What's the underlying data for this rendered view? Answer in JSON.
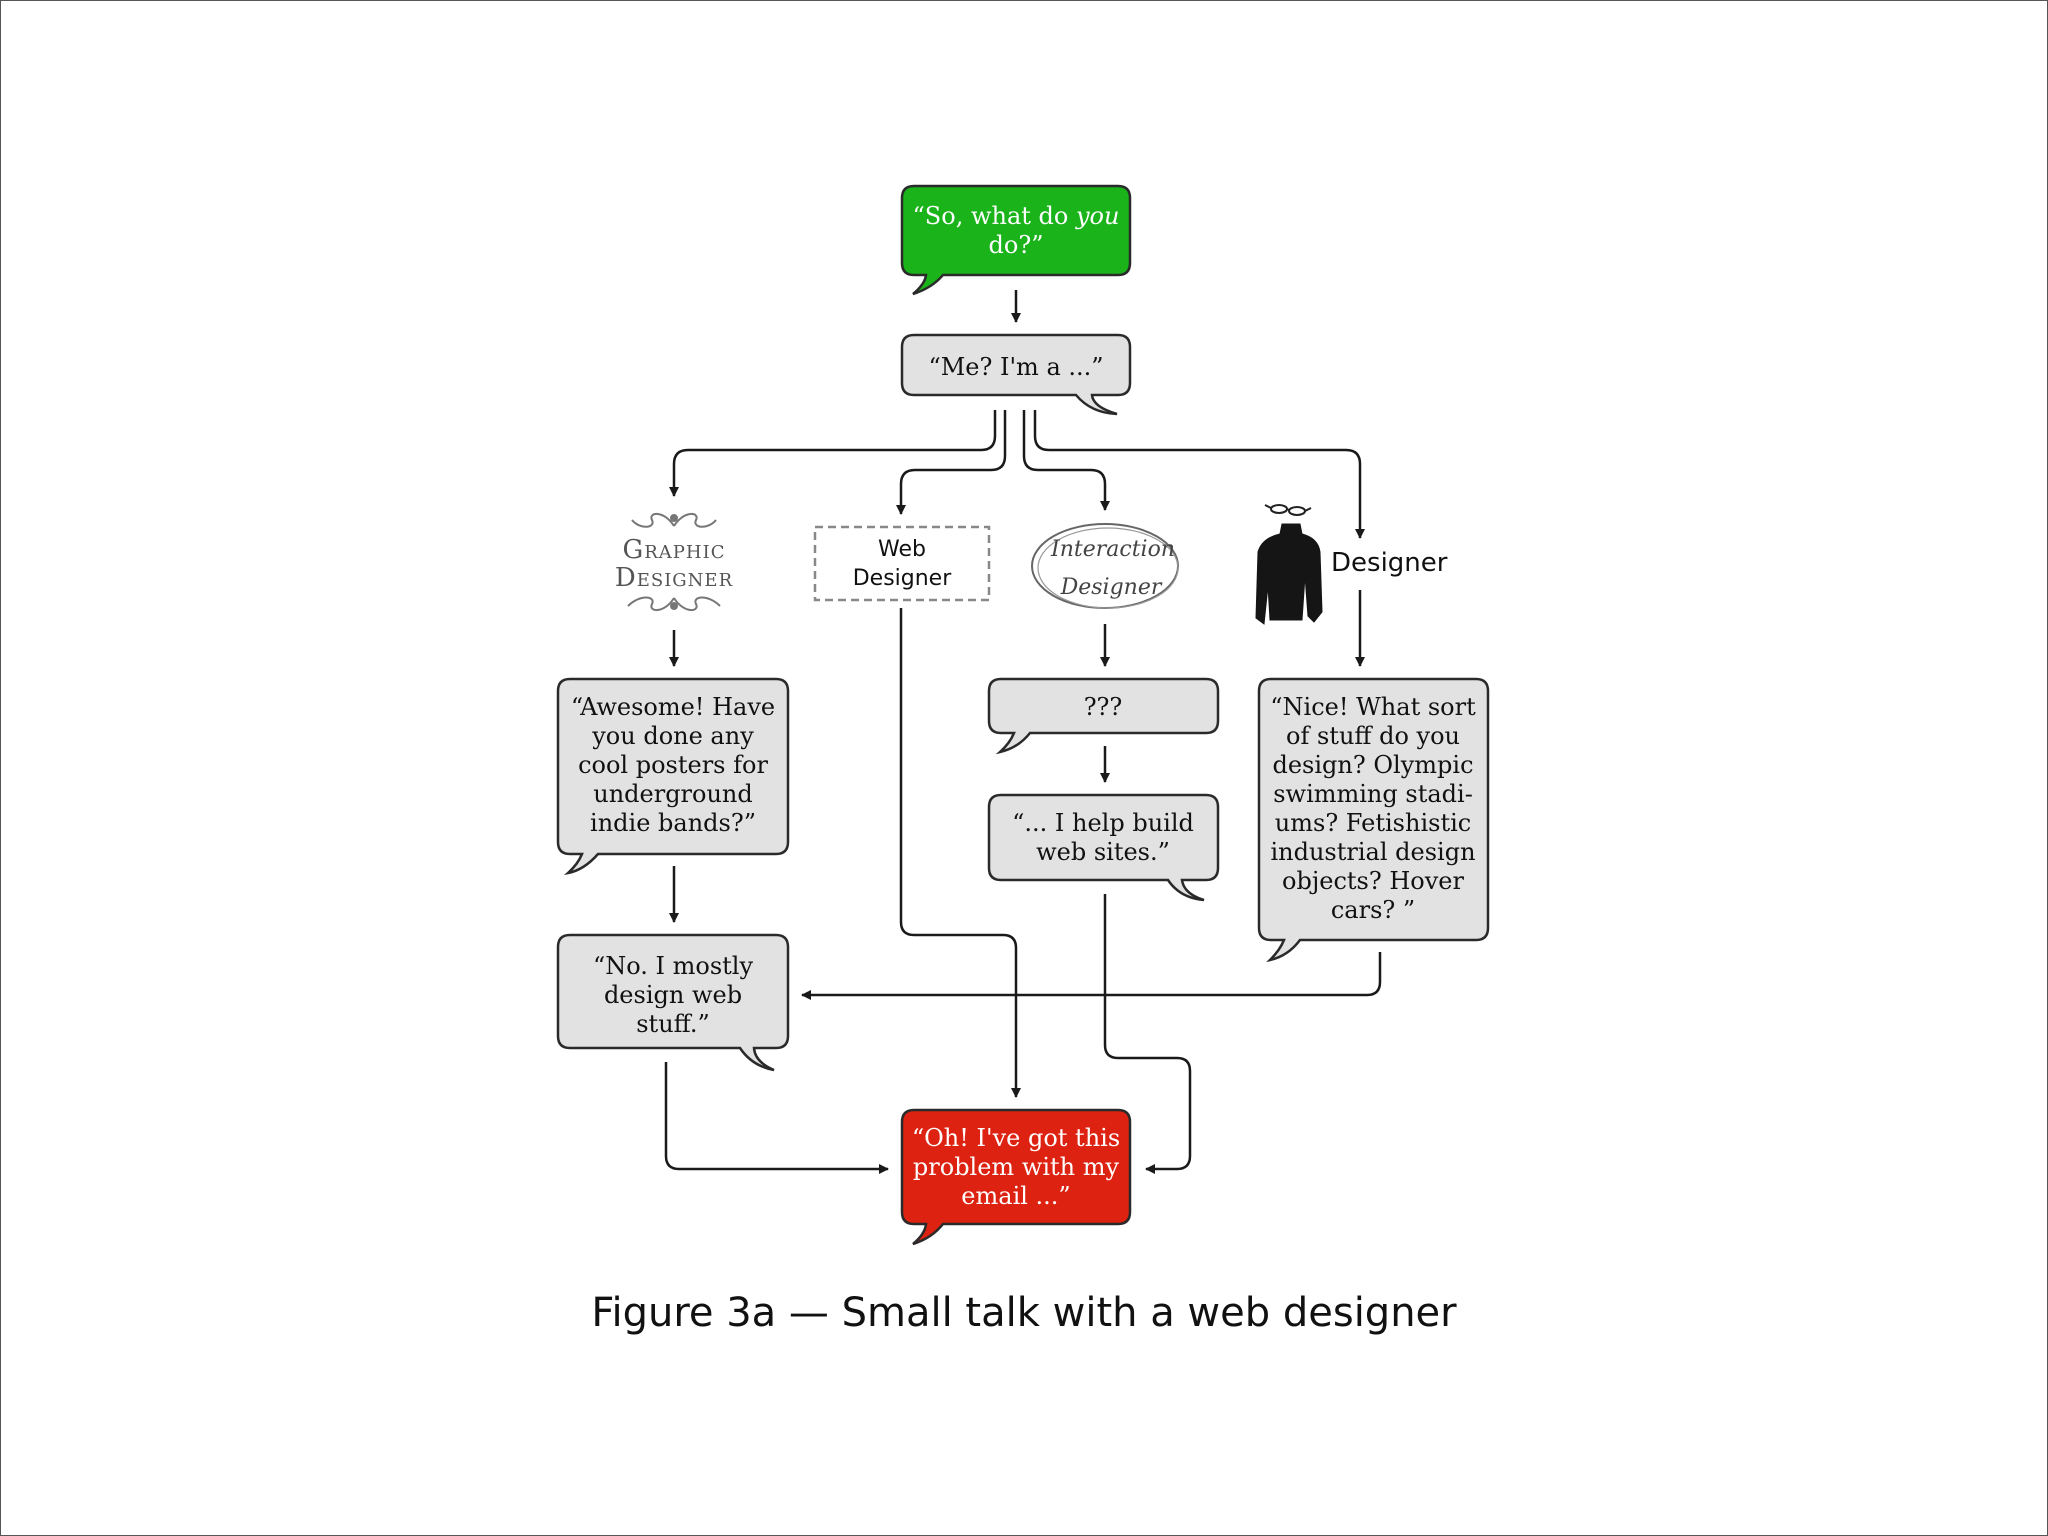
{
  "colors": {
    "start_bubble": "#1ab31a",
    "end_bubble": "#dd2211",
    "grey_bubble": "#e2e2e2",
    "outline": "#2a2a2a",
    "bubble_text_light": "#ffffff",
    "bubble_text_dark": "#111111"
  },
  "bubbles": {
    "start": {
      "line1_pre": "“So, what do ",
      "line1_em": "you",
      "line2": "do?”"
    },
    "me": {
      "lines": [
        "“Me? I'm a ...”"
      ]
    },
    "awesome": {
      "lines": [
        "“Awesome! Have",
        "you done any",
        "cool posters for",
        "underground",
        "indie bands?”"
      ]
    },
    "mostly": {
      "lines": [
        "“No. I mostly",
        "design web",
        "stuff.”"
      ]
    },
    "qqq": {
      "lines": [
        "???"
      ]
    },
    "help": {
      "lines": [
        "“... I help build",
        "web sites.”"
      ]
    },
    "nice": {
      "lines": [
        "“Nice! What sort",
        "of stuff do you",
        "design? Olympic",
        "swimming stadi-",
        "ums? Fetishistic",
        "industrial design",
        "objects? Hover",
        "cars? ”"
      ]
    },
    "end": {
      "lines": [
        "“Oh! I've got this",
        "problem with my",
        "email ...”"
      ]
    }
  },
  "roles": {
    "graphic": {
      "line1": "Graphic",
      "line2": "Designer"
    },
    "web": {
      "line1": "Web",
      "line2": "Designer"
    },
    "interaction": {
      "line1": "Interaction",
      "line2": "Designer"
    },
    "designer": {
      "label": "Designer"
    }
  },
  "caption": "Figure 3a — Small talk with a web designer"
}
